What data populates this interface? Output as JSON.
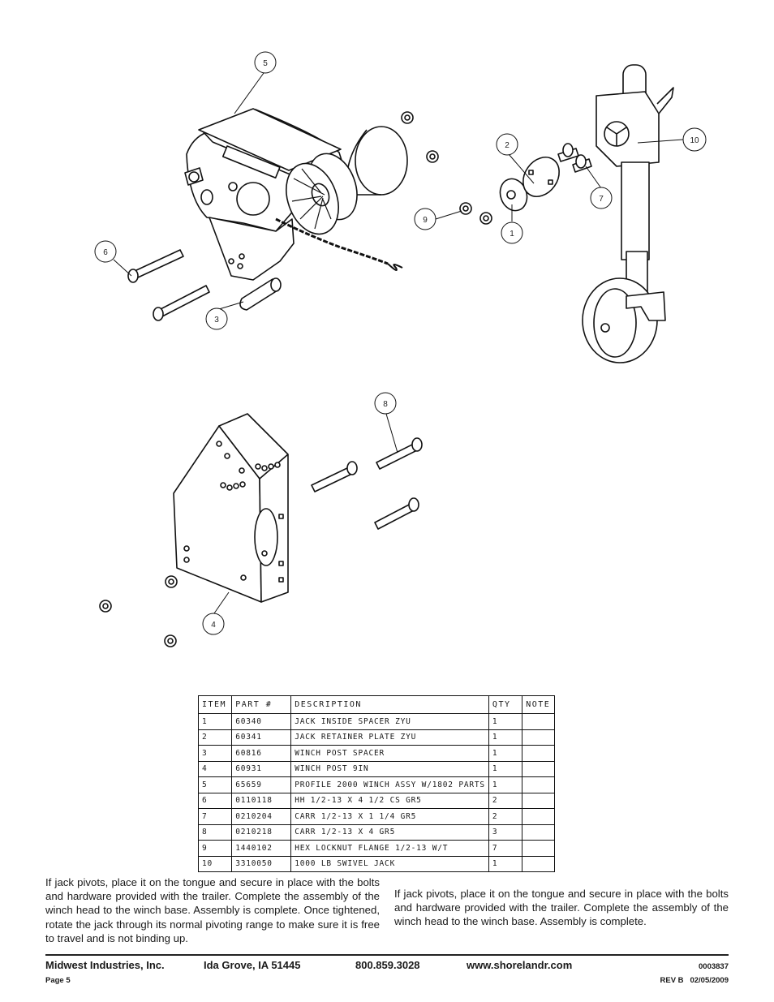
{
  "callouts": [
    "5",
    "2",
    "10",
    "7",
    "9",
    "1",
    "6",
    "3",
    "8",
    "4"
  ],
  "table": {
    "headers": [
      "ITEM",
      "PART #",
      "DESCRIPTION",
      "QTY",
      "NOTE"
    ],
    "rows": [
      [
        "1",
        "60340",
        "JACK INSIDE SPACER ZYU",
        "1",
        ""
      ],
      [
        "2",
        "60341",
        "JACK RETAINER PLATE ZYU",
        "1",
        ""
      ],
      [
        "3",
        "60816",
        "WINCH POST SPACER",
        "1",
        ""
      ],
      [
        "4",
        "60931",
        "WINCH POST 9IN",
        "1",
        ""
      ],
      [
        "5",
        "65659",
        "PROFILE 2000 WINCH ASSY W/1802 PARTS",
        "1",
        ""
      ],
      [
        "6",
        "0110118",
        "HH 1/2-13 X 4 1/2 CS GR5",
        "2",
        ""
      ],
      [
        "7",
        "0210204",
        "CARR 1/2-13 X 1 1/4 GR5",
        "2",
        ""
      ],
      [
        "8",
        "0210218",
        "CARR 1/2-13 X 4 GR5",
        "3",
        ""
      ],
      [
        "9",
        "1440102",
        "HEX LOCKNUT FLANGE 1/2-13 W/T",
        "7",
        ""
      ],
      [
        "10",
        "3310050",
        "1000 LB SWIVEL JACK",
        "1",
        ""
      ]
    ]
  },
  "notes": {
    "left": "If jack pivots, place it on the tongue and secure in place with the bolts and hardware provided with the trailer. Complete the assembly of the winch head to the winch base. Assembly is complete. Once tightened, rotate the jack through its normal pivoting range to make sure it is free to travel and is not binding up.",
    "right": "If jack pivots, place it on the tongue and secure in place with the bolts and hardware provided with the trailer. Complete the assembly of the winch head to the winch base. Assembly is complete."
  },
  "footer": {
    "company": "Midwest Industries, Inc.",
    "city": "Ida Grove, IA  51445",
    "phone": "800.859.3028",
    "website": "www.shorelandr.com",
    "doc_number": "0003837",
    "page": "Page 5",
    "revision": "REV B   02/05/2009"
  }
}
